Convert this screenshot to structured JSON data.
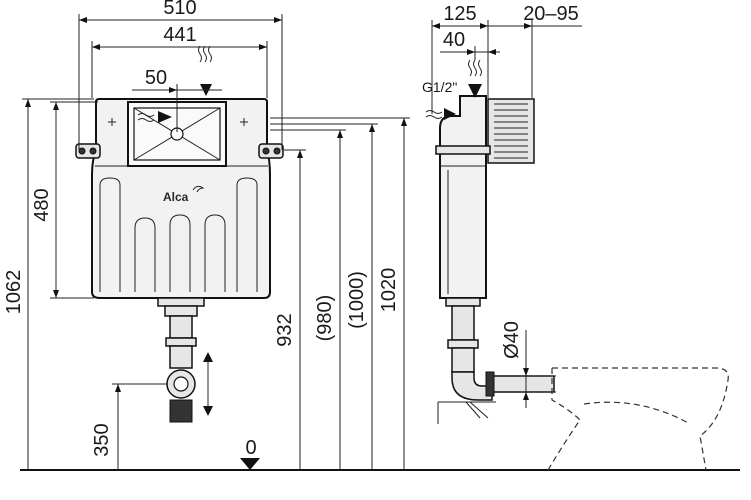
{
  "dimensions": {
    "width_outer": "510",
    "width_inner": "441",
    "inlet_offset": "50",
    "height_480": "480",
    "height_1062": "1062",
    "height_932": "932",
    "height_980": "(980)",
    "height_1000": "(1000)",
    "height_1020": "1020",
    "height_350": "350",
    "floor_zero": "0",
    "depth_125": "125",
    "depth_40": "40",
    "depth_range": "20–95",
    "pipe_diameter": "Ø40",
    "inlet_thread": "G1/2\""
  },
  "brand": {
    "logo_text": "Alca"
  }
}
